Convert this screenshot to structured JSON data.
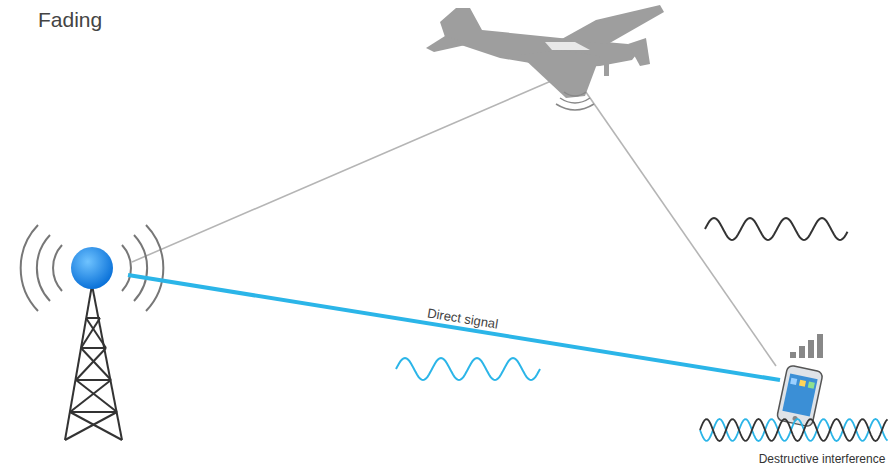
{
  "diagram": {
    "title": "Fading",
    "labels": [
      "Direct signal",
      "Destructive interference"
    ]
  }
}
